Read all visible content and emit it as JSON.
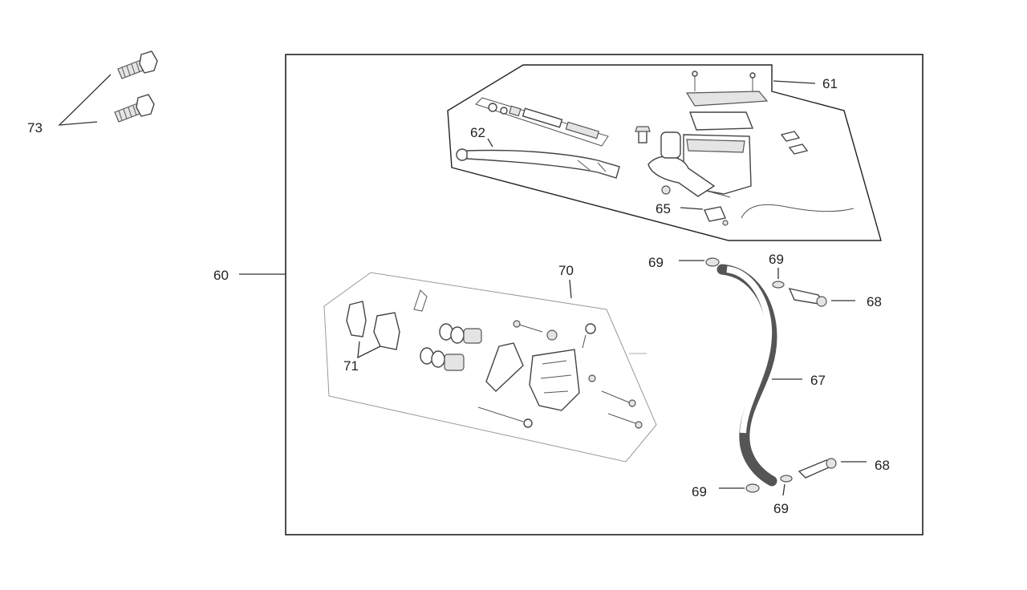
{
  "diagram": {
    "callouts": {
      "c60": "60",
      "c61": "61",
      "c62": "62",
      "c65": "65",
      "c67": "67",
      "c68a": "68",
      "c68b": "68",
      "c69a": "69",
      "c69b": "69",
      "c69c": "69",
      "c69d": "69",
      "c70": "70",
      "c71": "71",
      "c73": "73"
    }
  }
}
